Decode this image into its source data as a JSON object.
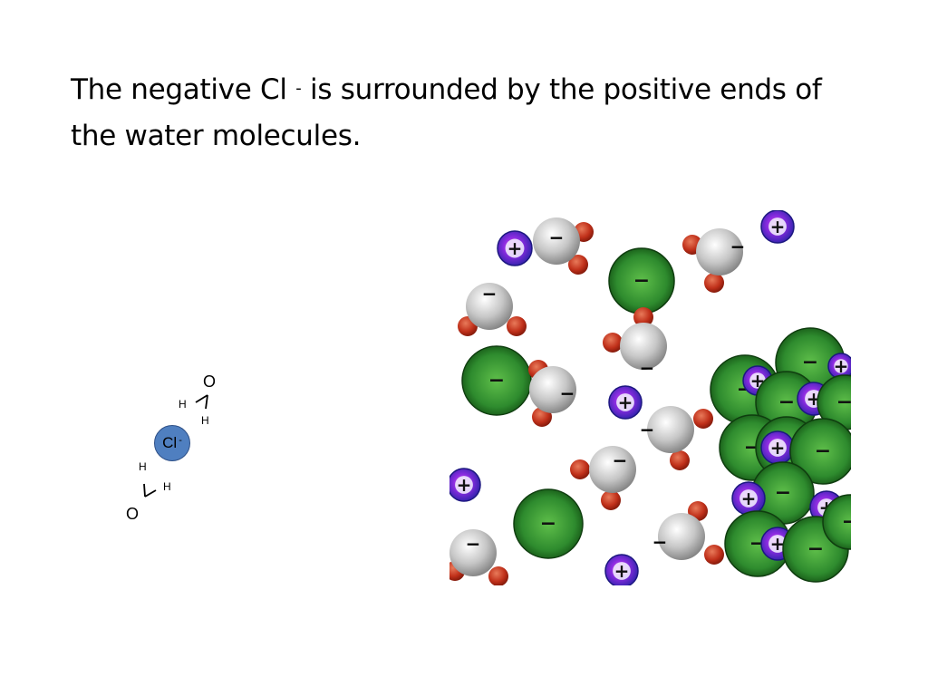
{
  "slide": {
    "title_part1": "The negative Cl",
    "title_superscript": "-",
    "title_part2": " is surrounded by the positive ends of the water molecules."
  },
  "diagram": {
    "ion_label": "Cl",
    "ion_charge": "-",
    "oxygen": "O",
    "hydrogen": "H"
  },
  "animation": {
    "plus_symbol": "+",
    "minus_symbol": "−",
    "colors": {
      "chloride": "#2e8b2e",
      "sodium": "#4a3fd0",
      "water": "#c8c8c8",
      "hydrogen": "#c0301a"
    }
  }
}
